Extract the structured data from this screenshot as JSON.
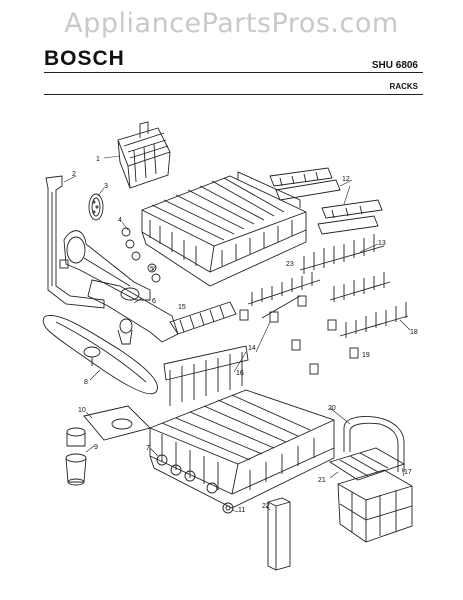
{
  "watermark": "AppliancePartsPros.com",
  "header": {
    "brand": "BOSCH",
    "model": "SHU 6806",
    "section": "RACKS"
  },
  "callouts": [
    "1",
    "2",
    "3",
    "4",
    "5",
    "6",
    "7",
    "8",
    "9",
    "10",
    "11",
    "12",
    "13",
    "14",
    "15",
    "16",
    "17",
    "18",
    "19",
    "20",
    "21",
    "22",
    "23"
  ]
}
